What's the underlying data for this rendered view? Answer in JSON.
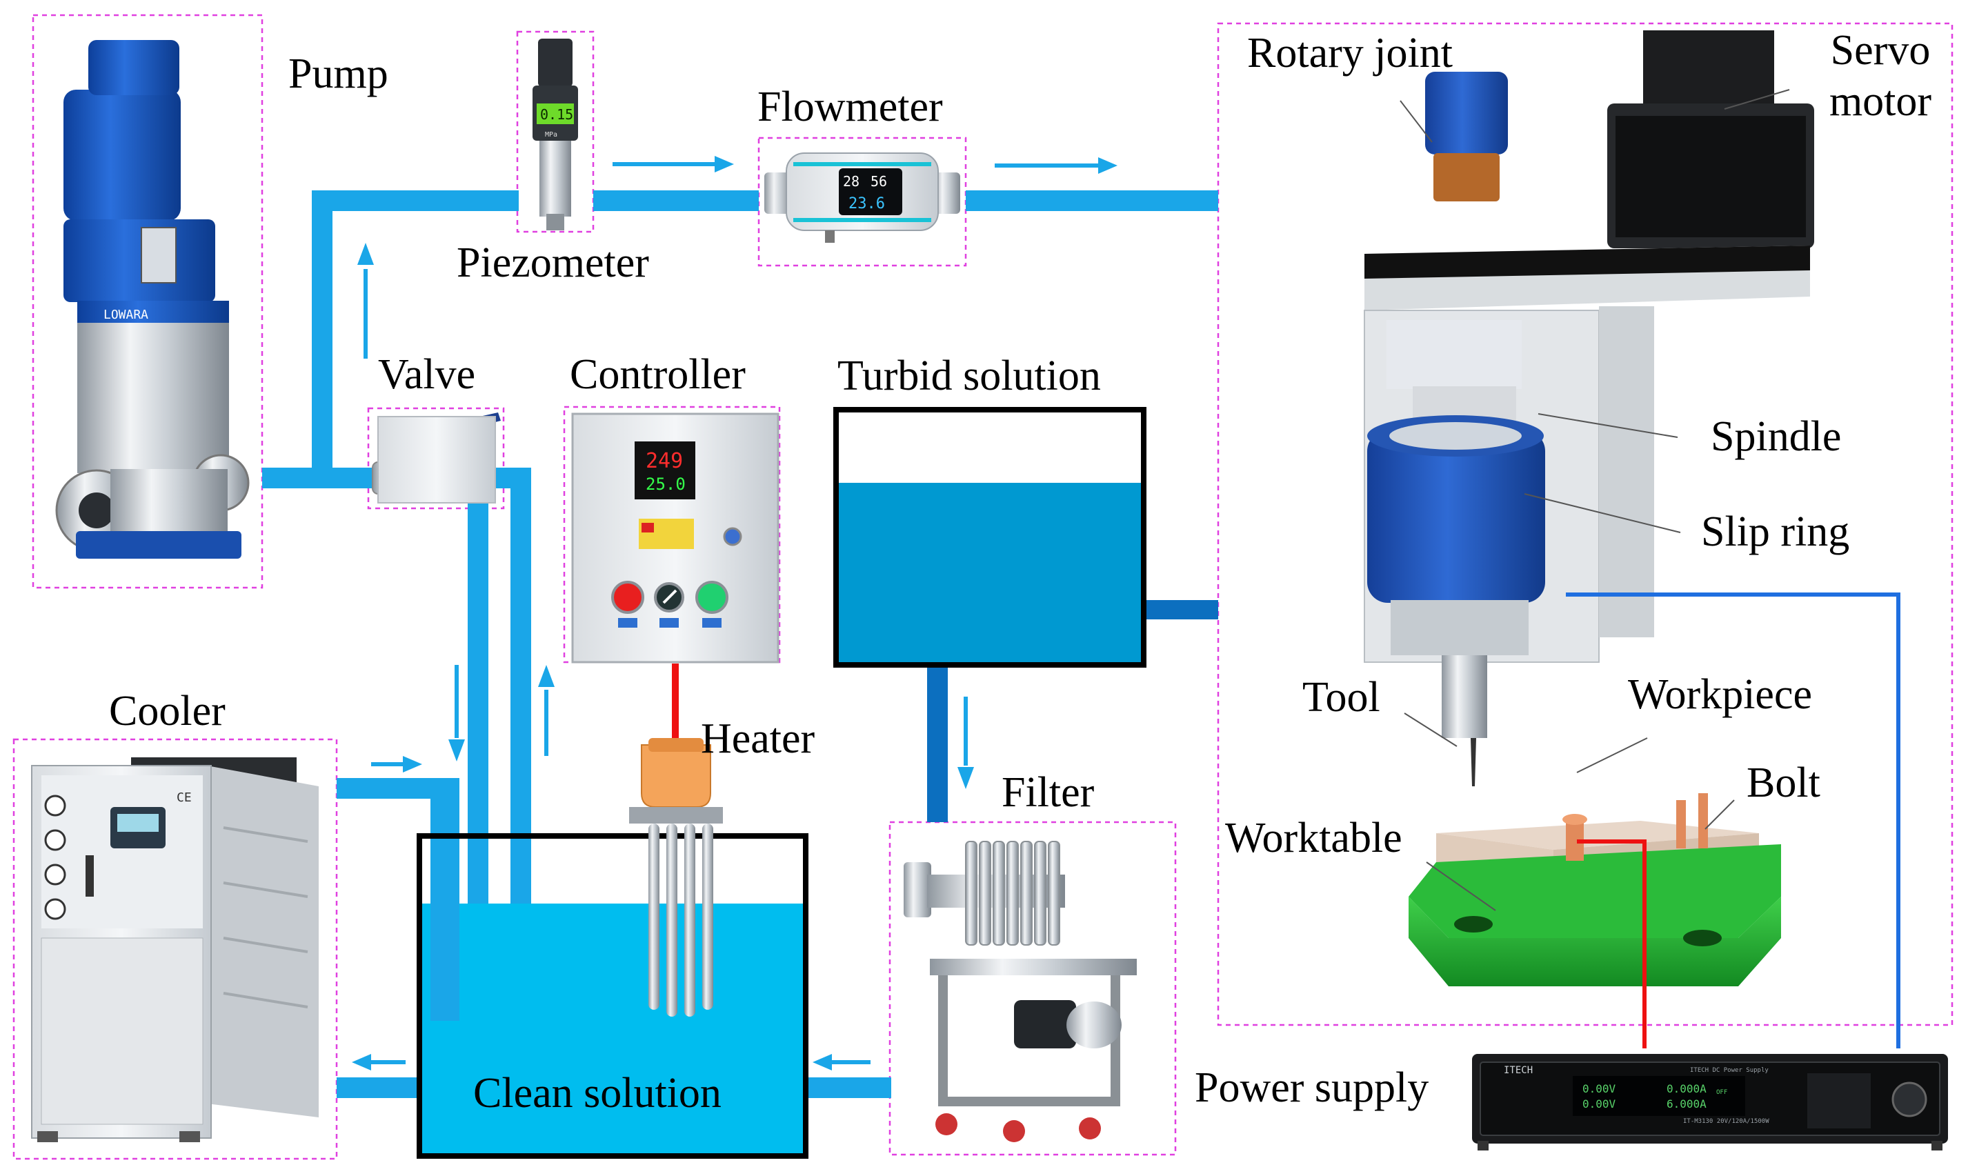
{
  "labels": {
    "pump": "Pump",
    "piezometer": "Piezometer",
    "flowmeter": "Flowmeter",
    "rotary_joint": "Rotary joint",
    "servo_motor": "Servo\nmotor",
    "valve": "Valve",
    "controller": "Controller",
    "turbid_solution": "Turbid solution",
    "spindle": "Spindle",
    "slip_ring": "Slip ring",
    "cooler": "Cooler",
    "heater": "Heater",
    "tool": "Tool",
    "workpiece": "Workpiece",
    "bolt": "Bolt",
    "filter": "Filter",
    "worktable": "Worktable",
    "clean_solution": "Clean solution",
    "power_supply": "Power supply"
  },
  "device_text": {
    "piezometer_reading": "0.15",
    "piezometer_unit": "MPa",
    "flowmeter_top_left": "28",
    "flowmeter_top_right": "56",
    "flowmeter_bottom": "23.6",
    "controller_pv": "249",
    "controller_sv": "25.0",
    "pump_brand": "LOWARA",
    "power_brand": "ITECH",
    "power_title": "ITECH DC Power Supply",
    "power_v1": "0.00V",
    "power_v2": "0.00V",
    "power_a1": "0.000A",
    "power_a2": "6.000A",
    "power_off": "OFF",
    "power_model": "IT-M3130  20V/120A/1500W",
    "cooler_mark": "CE"
  },
  "colors": {
    "pipe_light": "#1aa6e8",
    "pipe_dark": "#0c6fbf",
    "clean_water": "#00bdef",
    "turbid_water": "#0099d1",
    "frame_dash": "#e040e0",
    "wire_red": "#ee1111",
    "wire_blue": "#1f6fe0",
    "worktable_green": "#22aa33",
    "spindle_blue": "#1f56b8"
  },
  "icons": [
    "pump-icon",
    "piezometer-icon",
    "flowmeter-icon",
    "valve-icon",
    "controller-icon",
    "cooler-icon",
    "heater-icon",
    "filter-icon",
    "power-supply-icon",
    "spindle-assembly-icon",
    "flow-arrow-icon"
  ]
}
